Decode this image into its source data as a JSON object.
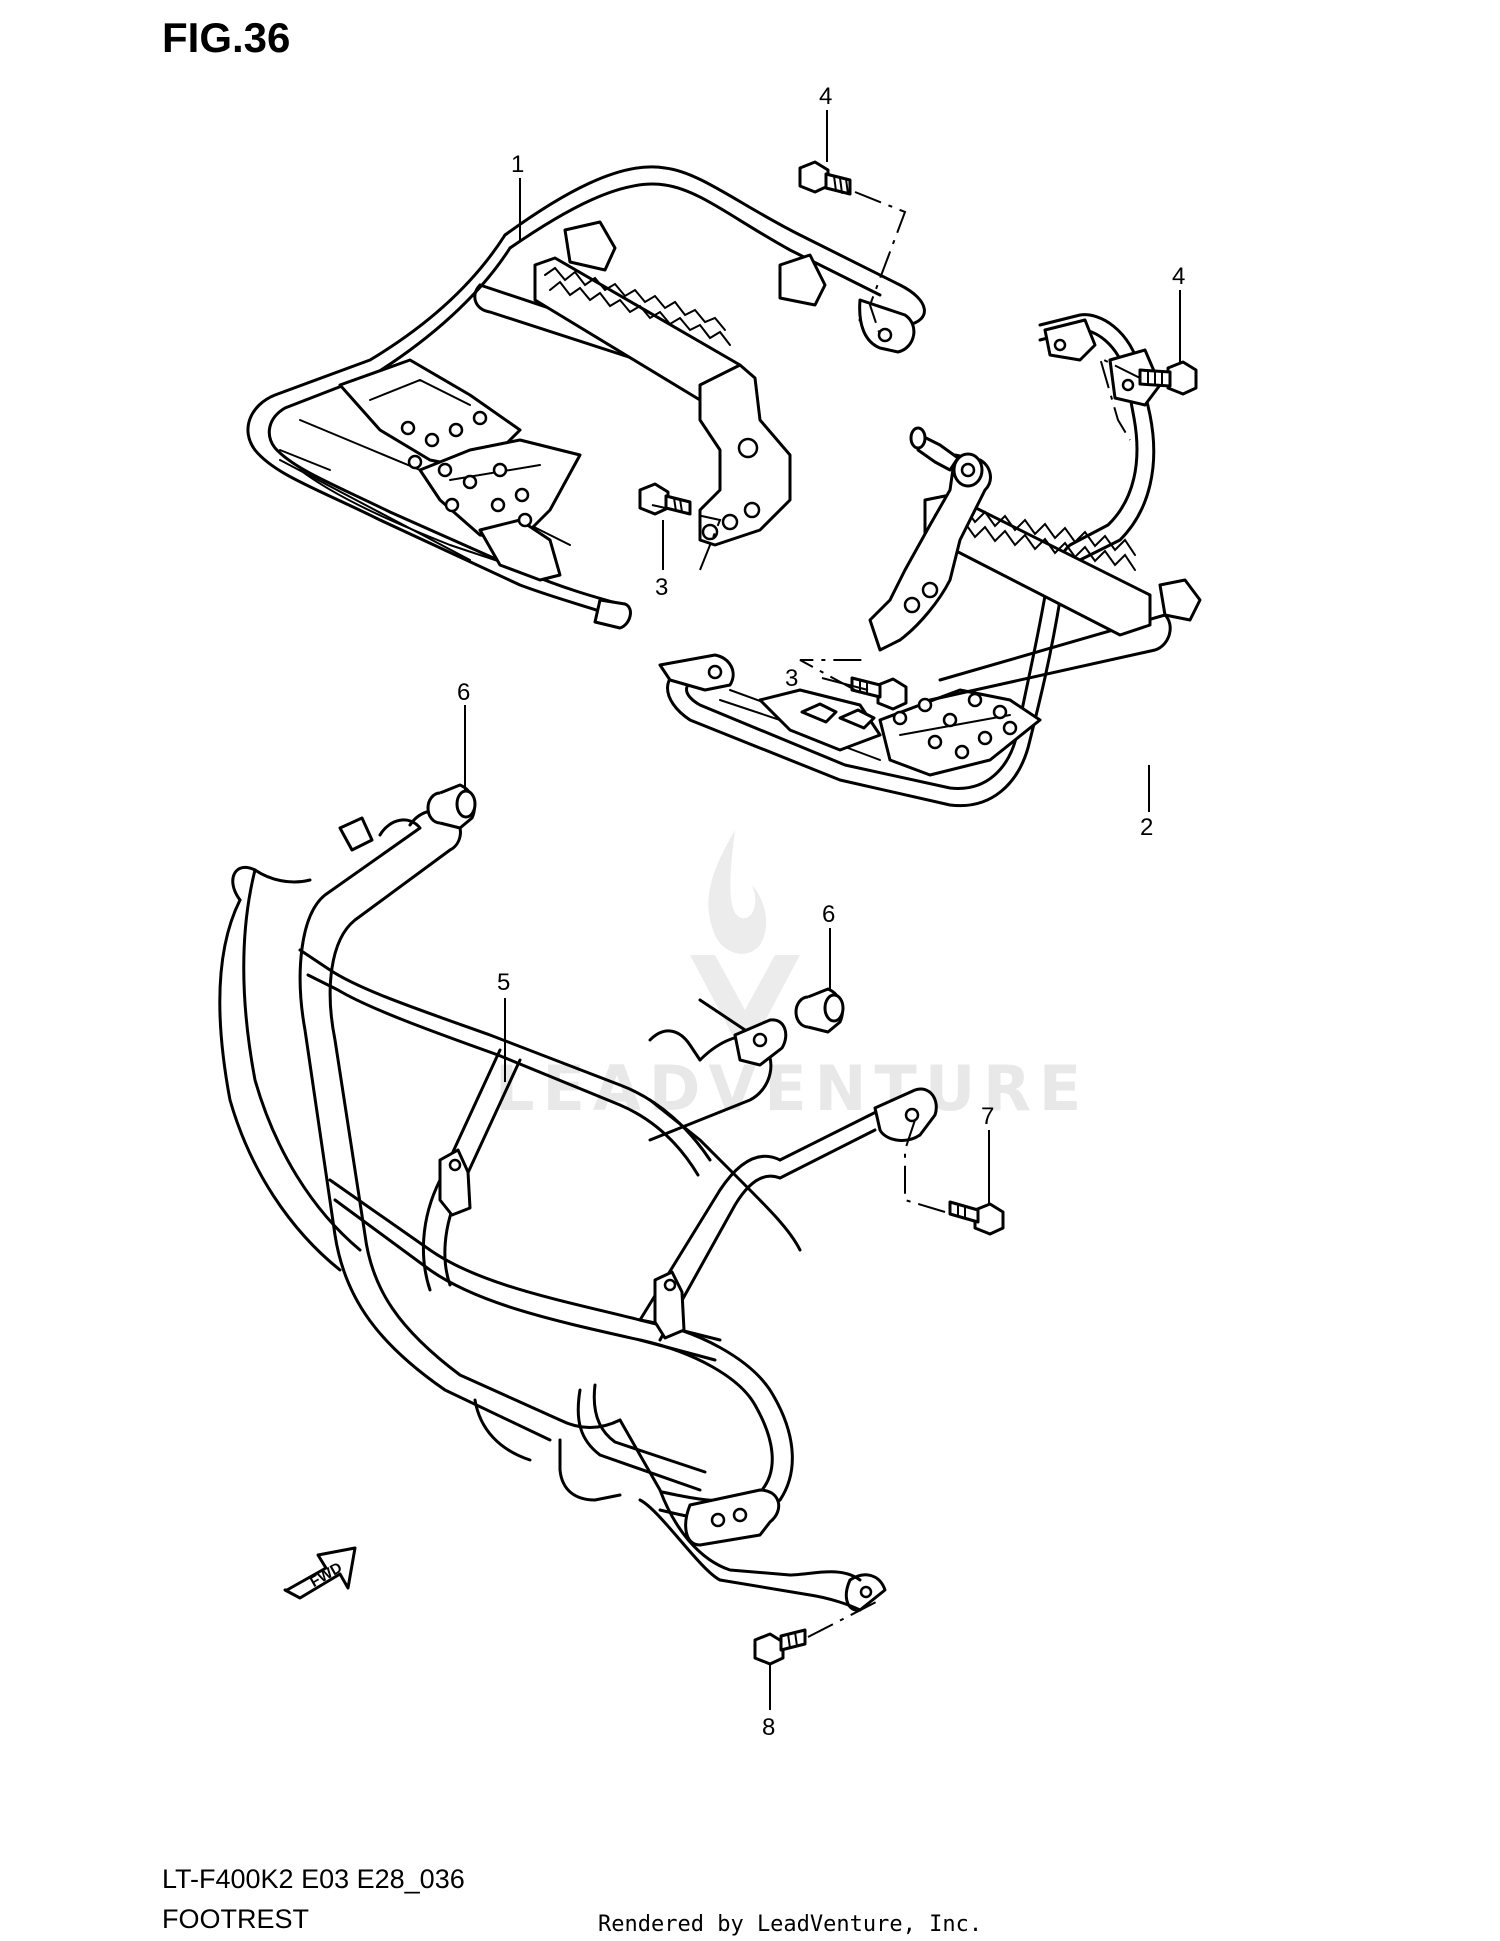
{
  "figure": {
    "title": "FIG.36"
  },
  "watermark": {
    "text": "LEADVENTURE"
  },
  "callouts": [
    {
      "id": "c1",
      "label": "1"
    },
    {
      "id": "c2",
      "label": "2"
    },
    {
      "id": "c3a",
      "label": "3"
    },
    {
      "id": "c3b",
      "label": "3"
    },
    {
      "id": "c4a",
      "label": "4"
    },
    {
      "id": "c4b",
      "label": "4"
    },
    {
      "id": "c5",
      "label": "5"
    },
    {
      "id": "c6a",
      "label": "6"
    },
    {
      "id": "c6b",
      "label": "6"
    },
    {
      "id": "c7",
      "label": "7"
    },
    {
      "id": "c8",
      "label": "8"
    }
  ],
  "fwd_arrow": {
    "label": "FWD"
  },
  "footer": {
    "model_code": "LT-F400K2 E03 E28_036",
    "section_name": "FOOTREST",
    "credit": "Rendered by LeadVenture, Inc."
  }
}
